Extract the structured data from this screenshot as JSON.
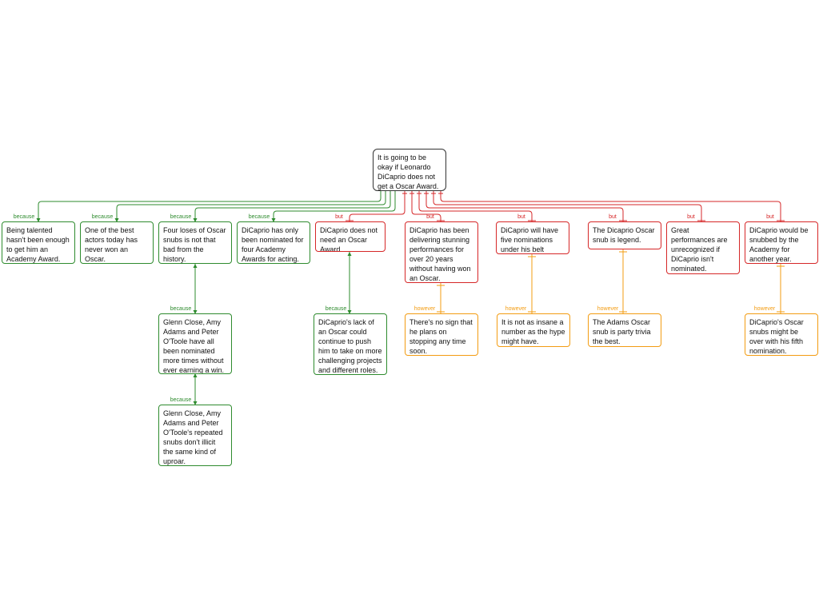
{
  "colors": {
    "because": "#2e8b2e",
    "but": "#d62728",
    "however": "#f39c12",
    "claim_border": "#333333"
  },
  "connectors": {
    "because": "because",
    "but": "but",
    "however": "however"
  },
  "claim": {
    "text": "It is going to be okay if Leonardo DiCaprio does not get a Oscar Award."
  },
  "reasons": [
    {
      "text": "Being talented hasn't been enough to get him an Academy Award."
    },
    {
      "text": "One of the best actors today has never won an Oscar."
    },
    {
      "text": "Four loses of Oscar snubs is not that bad from the history."
    },
    {
      "text": "DiCaprio has only been nominated for four Academy Awards for acting."
    }
  ],
  "objections": [
    {
      "text": "DiCaprio does not need an Oscar Award"
    },
    {
      "text": "DiCaprio has been delivering stunning performances for over 20 years without having won an Oscar."
    },
    {
      "text": "DiCaprio will have five nominations under his belt"
    },
    {
      "text": "The Dicaprio Oscar snub is legend."
    },
    {
      "text": "Great performances are unrecognized if DiCaprio isn't nominated."
    },
    {
      "text": "DiCaprio would be snubbed by the Academy for another year."
    }
  ],
  "sub_reasons": [
    {
      "text": "Glenn Close, Amy Adams and Peter O'Toole have all been nominated more times without ever earning a win."
    },
    {
      "text": "Glenn Close, Amy Adams and Peter O'Toole's repeated snubs don't illicit the same kind of uproar."
    },
    {
      "text": "DiCaprio's lack of an Oscar could continue to push him to take on more challenging projects and different roles."
    }
  ],
  "rebuttals": [
    {
      "text": "There's no sign that he plans on stopping any time soon."
    },
    {
      "text": "It is not as insane a number as the hype might have."
    },
    {
      "text": "The Adams Oscar snub is party trivia the best."
    },
    {
      "text": "DiCaprio's Oscar snubs might be over with his fifth nomination."
    }
  ]
}
